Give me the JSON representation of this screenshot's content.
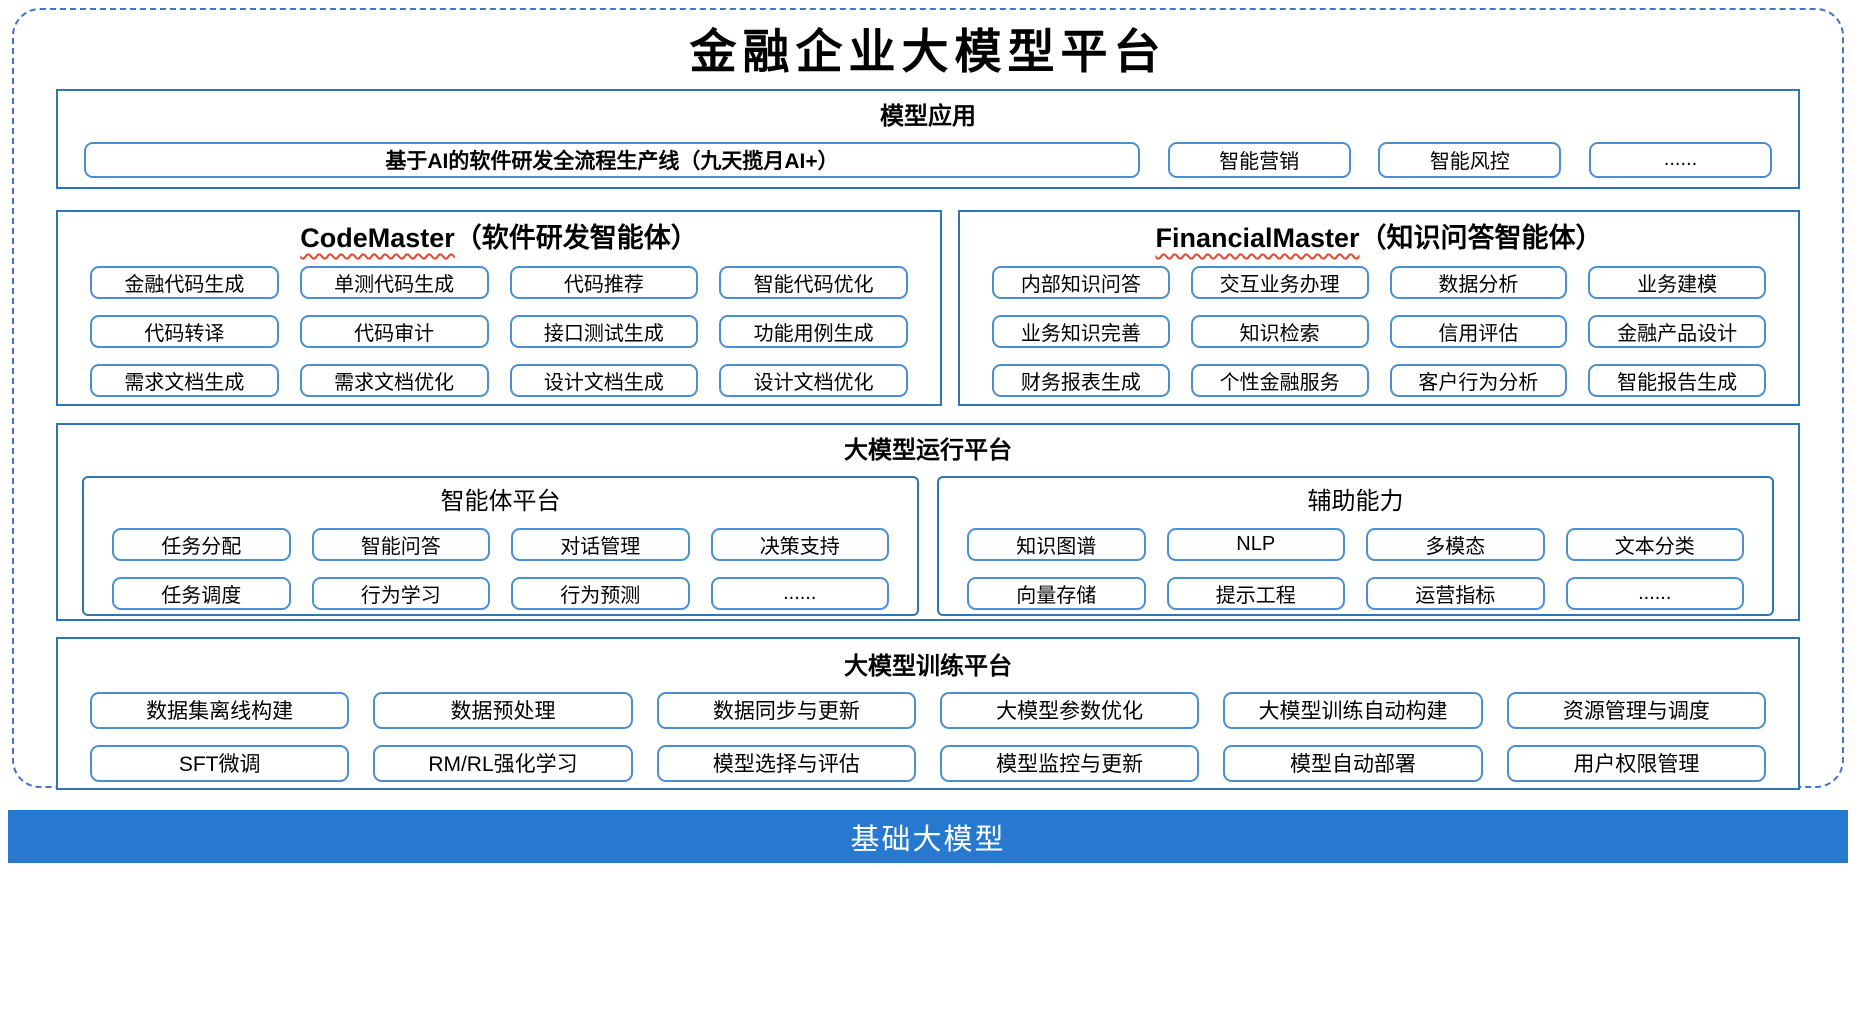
{
  "title": "金融企业大模型平台",
  "colors": {
    "section_border": "#2E75B6",
    "item_border": "#4A8FD3",
    "dashed_border": "#4472C4",
    "squiggle_red": "#E8442E",
    "base_bar_bg": "#2679CE",
    "base_bar_text": "#FFFFFF"
  },
  "model_apps": {
    "header": "模型应用",
    "main_item": "基于AI的软件研发全流程生产线（九天揽月AI+）",
    "items": [
      "智能营销",
      "智能风控",
      "......"
    ]
  },
  "agents": [
    {
      "name_en": "CodeMaster",
      "name_zh": "（软件研发智能体）",
      "items": [
        "金融代码生成",
        "单测代码生成",
        "代码推荐",
        "智能代码优化",
        "代码转译",
        "代码审计",
        "接口测试生成",
        "功能用例生成",
        "需求文档生成",
        "需求文档优化",
        "设计文档生成",
        "设计文档优化"
      ]
    },
    {
      "name_en": "FinancialMaster",
      "name_zh": "（知识问答智能体）",
      "items": [
        "内部知识问答",
        "交互业务办理",
        "数据分析",
        "业务建模",
        "业务知识完善",
        "知识检索",
        "信用评估",
        "金融产品设计",
        "财务报表生成",
        "个性金融服务",
        "客户行为分析",
        "智能报告生成"
      ]
    }
  ],
  "run_platform": {
    "header": "大模型运行平台",
    "subboxes": [
      {
        "title": "智能体平台",
        "items": [
          "任务分配",
          "智能问答",
          "对话管理",
          "决策支持",
          "任务调度",
          "行为学习",
          "行为预测",
          "......"
        ]
      },
      {
        "title": "辅助能力",
        "items": [
          "知识图谱",
          "NLP",
          "多模态",
          "文本分类",
          "向量存储",
          "提示工程",
          "运营指标",
          "......"
        ]
      }
    ]
  },
  "train_platform": {
    "header": "大模型训练平台",
    "items": [
      "数据集离线构建",
      "数据预处理",
      "数据同步与更新",
      "大模型参数优化",
      "大模型训练自动构建",
      "资源管理与调度",
      "SFT微调",
      "RM/RL强化学习",
      "模型选择与评估",
      "模型监控与更新",
      "模型自动部署",
      "用户权限管理"
    ]
  },
  "base_bar": {
    "label": "基础大模型"
  }
}
